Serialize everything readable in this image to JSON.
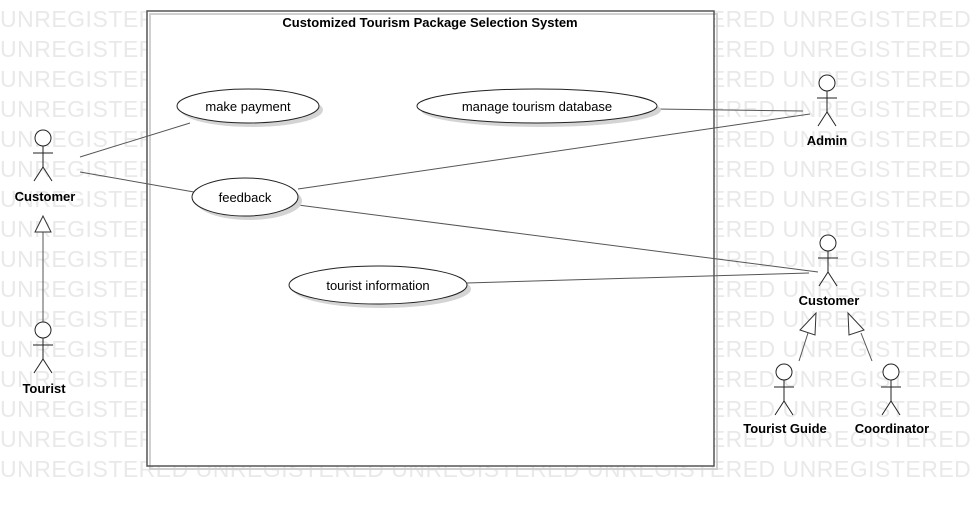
{
  "watermark": {
    "text": "UNREGISTERED"
  },
  "system": {
    "title": "Customized Tourism Package Selection System"
  },
  "use_cases": {
    "make_payment": "make payment",
    "manage_db": "manage tourism database",
    "feedback": "feedback",
    "tourist_info": "tourist information"
  },
  "actors": {
    "customer_left": "Customer",
    "tourist": "Tourist",
    "admin": "Admin",
    "customer_right": "Customer",
    "tourist_guide": "Tourist Guide",
    "coordinator": "Coordinator"
  }
}
